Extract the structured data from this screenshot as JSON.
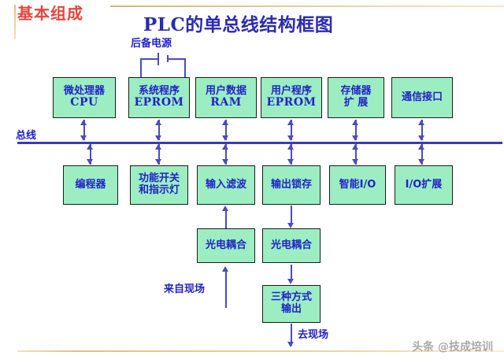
{
  "slide": {
    "section_label": "基本组成",
    "title": "PLC的单总线结构框图",
    "watermark": "头条 @技成培训"
  },
  "labels": {
    "backup_power": "后备电源",
    "bus": "总线",
    "from_field": "来自现场",
    "to_field": "去现场"
  },
  "colors": {
    "box_fill": "#9ceec2",
    "box_border": "#1b1b1b",
    "box_text": "#2222c8",
    "line": "#4b4bbe",
    "bus_line": "#3b3bb5",
    "title": "#2b2bb0",
    "section_label": "#e0473f",
    "gold_rule": "#d9c37a",
    "background": "#ffffff"
  },
  "row1": [
    {
      "line1": "微处理器",
      "line2": "CPU"
    },
    {
      "line1": "系统程序",
      "line2": "EPROM"
    },
    {
      "line1": "用户数据",
      "line2": "RAM"
    },
    {
      "line1": "用户程序",
      "line2": "EPROM"
    },
    {
      "line1": "存储器",
      "line2": "扩 展"
    },
    {
      "line1": "通信接口",
      "line2": ""
    }
  ],
  "row2": [
    {
      "line1": "编程器",
      "line2": ""
    },
    {
      "line1": "功能开关",
      "line2": "和指示灯"
    },
    {
      "line1": "输入滤波",
      "line2": ""
    },
    {
      "line1": "输出锁存",
      "line2": ""
    },
    {
      "line1": "智能I/O",
      "line2": ""
    },
    {
      "line1": "I/O扩展",
      "line2": ""
    }
  ],
  "row3": [
    {
      "line1": "光电耦合",
      "line2": ""
    },
    {
      "line1": "光电耦合",
      "line2": ""
    }
  ],
  "row4": [
    {
      "line1": "三种方式",
      "line2": "输出"
    }
  ]
}
